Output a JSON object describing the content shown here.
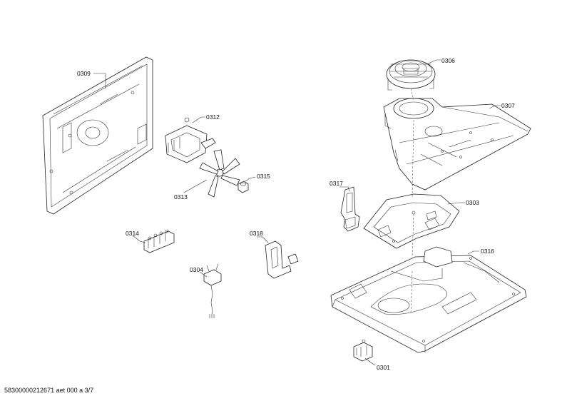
{
  "callouts": {
    "p0309": "0309",
    "p0312": "0312",
    "p0313": "0313",
    "p0315": "0315",
    "p0314": "0314",
    "p0304": "0304",
    "p0318": "0318",
    "p0317": "0317",
    "p0306": "0306",
    "p0307": "0307",
    "p0303": "0303",
    "p0316": "0316",
    "p0301": "0301"
  },
  "footer": "58300000212671 aet 000 a 3/7"
}
